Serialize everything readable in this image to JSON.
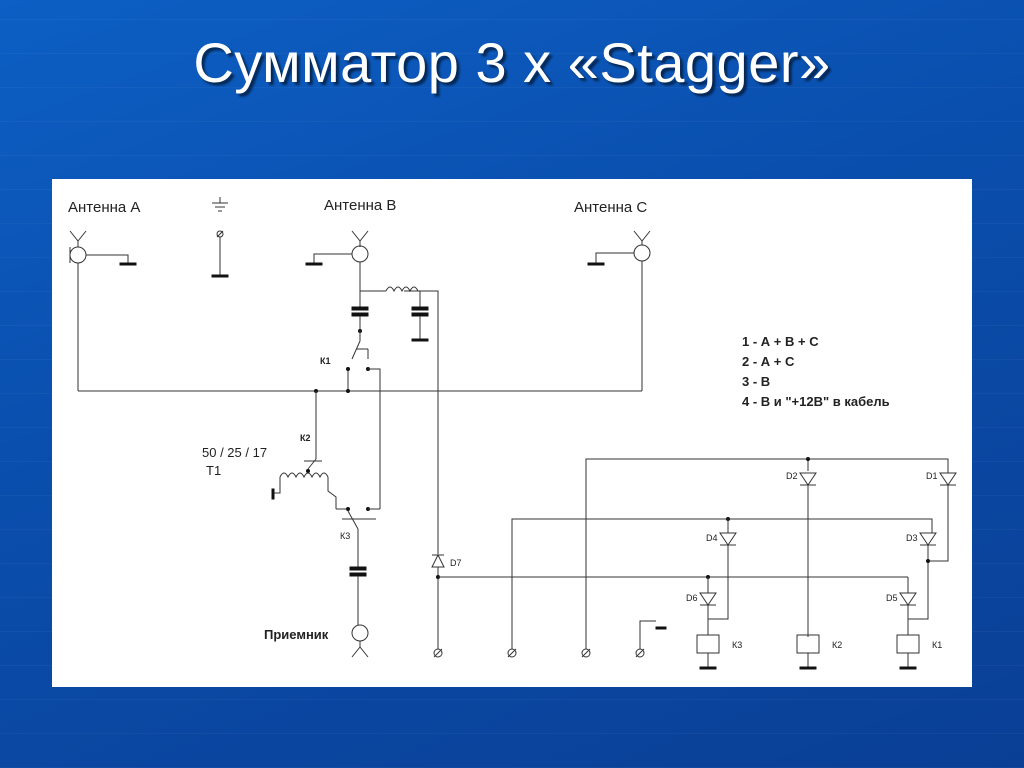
{
  "slide": {
    "title": "Сумматор 3 х «Stagger»"
  },
  "diagram": {
    "antennas": {
      "a": "Антенна  А",
      "b": "Антенна  В",
      "c": "Антенна  С"
    },
    "receiver": "Приемник",
    "relays": {
      "k1": "К1",
      "k2": "К2",
      "k3": "К3"
    },
    "transformer": {
      "ratio": "50 / 25 / 17",
      "name": "Т1"
    },
    "diodes": {
      "d1": "D1",
      "d2": "D2",
      "d3": "D3",
      "d4": "D4",
      "d5": "D5",
      "d6": "D6",
      "d7": "D7"
    },
    "coils": {
      "k3": "К3",
      "k2": "К2",
      "k1": "К1"
    },
    "legend": [
      "1 - А + В + С",
      "2 - А + С",
      "3 - В",
      "4 - В и  \"+12В\" в кабель"
    ]
  }
}
